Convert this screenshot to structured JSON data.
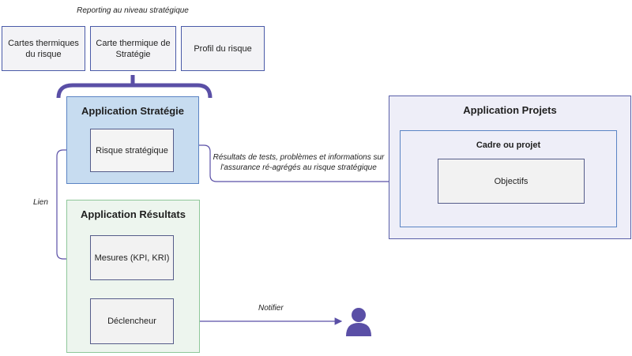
{
  "reporting_label": "Reporting au niveau stratégique",
  "reports": [
    "Cartes thermiques du risque",
    "Carte thermique de Stratégie",
    "Profil du risque"
  ],
  "strategy_app": {
    "title": "Application Stratégie",
    "item": "Risque stratégique"
  },
  "results_app": {
    "title": "Application Résultats",
    "measures": "Mesures (KPI, KRI)",
    "trigger": "Déclencheur"
  },
  "projects_app": {
    "title": "Application Projets",
    "frame": "Cadre ou projet",
    "objectives": "Objectifs"
  },
  "edge_labels": {
    "lien": "Lien",
    "results_flow": "Résultats de tests, problèmes et informations sur l'assurance ré-agrégés au risque stratégique",
    "notifier": "Notifier"
  },
  "icons": {
    "person": "person-icon"
  },
  "colors": {
    "accent": "#5a4fa6",
    "strategy_fill": "#c7dcf0",
    "strategy_border": "#5b84c4",
    "results_fill": "#edf5ee",
    "results_border": "#8fc79a",
    "projects_fill": "#eeeef8",
    "projects_border": "#5a5fa8"
  }
}
